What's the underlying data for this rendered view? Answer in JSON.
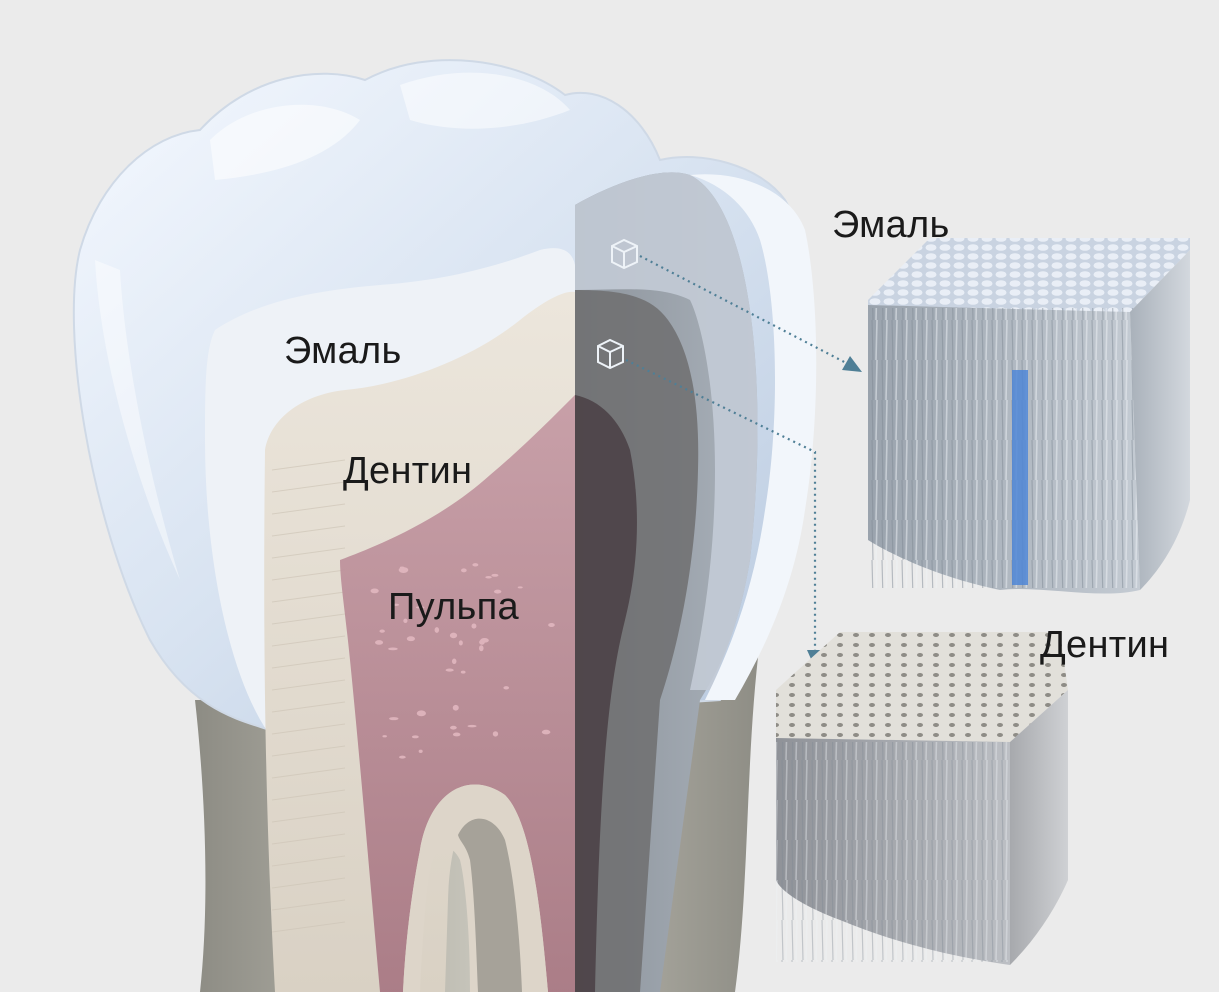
{
  "labels": {
    "tooth_enamel": "Эмаль",
    "tooth_dentin": "Дентин",
    "tooth_pulp": "Пульпа",
    "inset_enamel": "Эмаль",
    "inset_dentin": "Дентин"
  },
  "colors": {
    "background": "#ebebeb",
    "enamel": "#dfe8f3",
    "dentin": "#e4ddd2",
    "pulp": "#b88a96",
    "root": "#b8b6ac",
    "arrow": "#4f7f96",
    "accent_tubule": "#4f86d6"
  }
}
